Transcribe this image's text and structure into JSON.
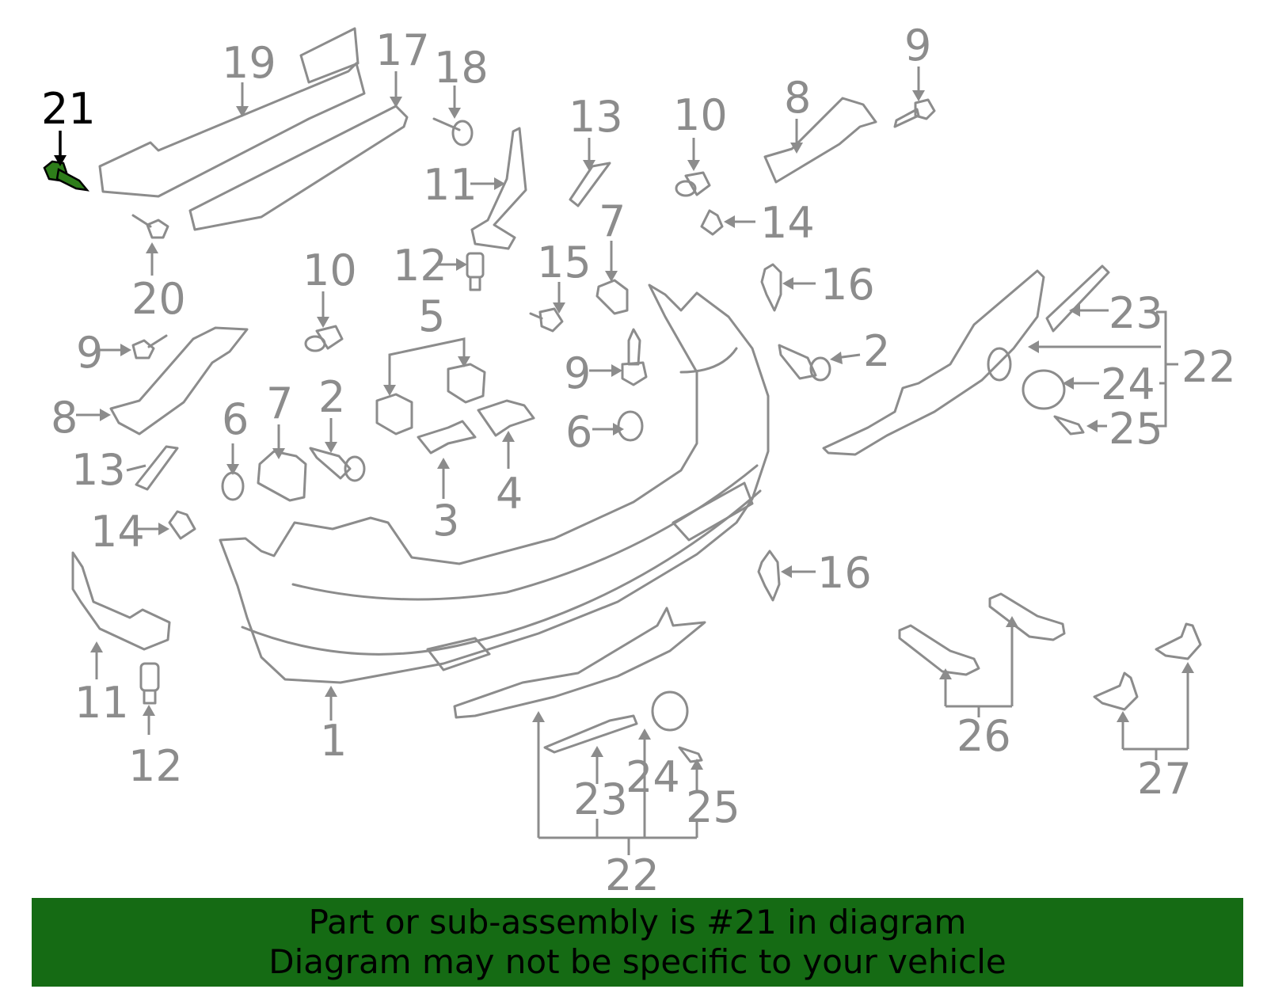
{
  "callouts": {
    "c1": "1",
    "c2a": "2",
    "c2b": "2",
    "c3": "3",
    "c4": "4",
    "c5": "5",
    "c6a": "6",
    "c6b": "6",
    "c7a": "7",
    "c7b": "7",
    "c8a": "8",
    "c8b": "8",
    "c9a": "9",
    "c9b": "9",
    "c9c": "9",
    "c10a": "10",
    "c10b": "10",
    "c11a": "11",
    "c11b": "11",
    "c12a": "12",
    "c12b": "12",
    "c13a": "13",
    "c13b": "13",
    "c14a": "14",
    "c14b": "14",
    "c15": "15",
    "c16a": "16",
    "c16b": "16",
    "c17": "17",
    "c18": "18",
    "c19": "19",
    "c20": "20",
    "c21": "21",
    "c22a": "22",
    "c22b": "22",
    "c23a": "23",
    "c23b": "23",
    "c24a": "24",
    "c24b": "24",
    "c25a": "25",
    "c25b": "25",
    "c26": "26",
    "c27": "27"
  },
  "highlight": {
    "part_number": "21",
    "color": "#2e7d1a"
  },
  "banner": {
    "line1": "Part or sub-assembly is #21 in diagram",
    "line2": "Diagram may not be specific to your vehicle",
    "background": "#156b14"
  }
}
